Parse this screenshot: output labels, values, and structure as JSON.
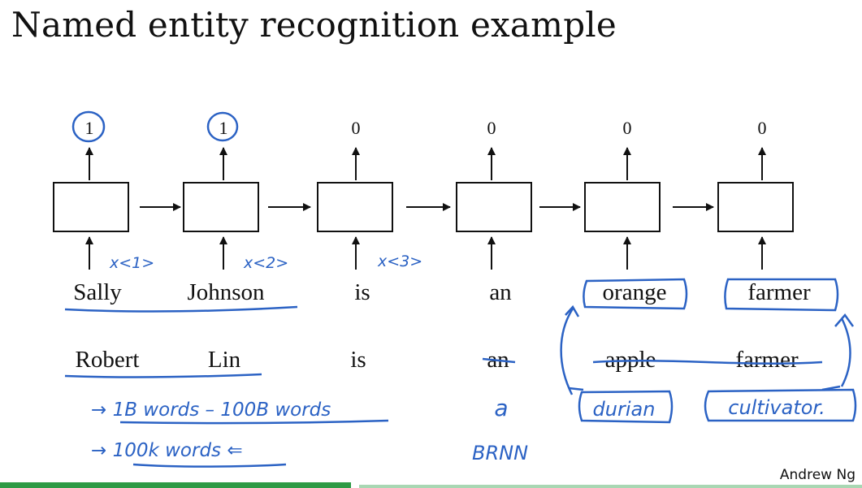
{
  "slide": {
    "title": "Named entity recognition example",
    "author": "Andrew Ng"
  },
  "outputs": [
    "1",
    "1",
    "0",
    "0",
    "0",
    "0"
  ],
  "input_labels": [
    "x<1>",
    "x<2>",
    "x<3>"
  ],
  "sentence1": [
    "Sally",
    "Johnson",
    "is",
    "an",
    "orange",
    "farmer"
  ],
  "sentence2": [
    "Robert",
    "Lin",
    "is",
    "an",
    "apple",
    "farmer"
  ],
  "replacements": {
    "an": "a",
    "apple": "durian",
    "farmer": "cultivator."
  },
  "notes": {
    "words_range": "→ 1B words – 100B words",
    "vocab": "→ 100k words ⇐",
    "model": "BRNN"
  },
  "colors": {
    "ink": "#111111",
    "annotation": "#2b62c4",
    "bar_dark": "#2e9a45",
    "bar_light": "#a9d7b3"
  }
}
